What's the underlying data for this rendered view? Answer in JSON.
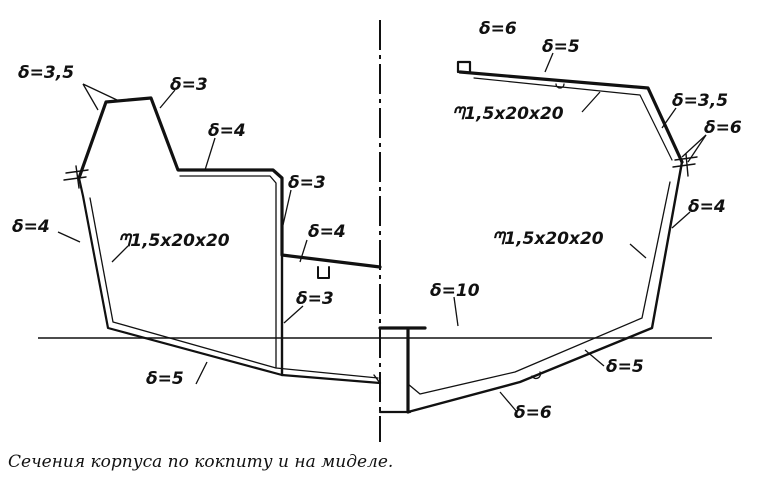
{
  "labels": {
    "left_d35": "δ=3,5",
    "left_d3_top": "δ=3",
    "left_d4_deck": "δ=4",
    "left_d3_upright": "δ=3",
    "left_d4_cockpit": "δ=4",
    "left_d4_side": "δ=4",
    "left_frame": "ᘉ1,5x20x20",
    "left_d3_inner": "δ=3",
    "left_d5_bottom": "δ=5",
    "right_d6_top": "δ=6",
    "right_d5_deck": "δ=5",
    "right_frame_top": "ᘉ1,5x20x20",
    "right_d35": "δ=3,5",
    "right_d6_chine": "δ=6",
    "right_d4_side": "δ=4",
    "right_frame": "ᘉ1,5x20x20",
    "right_d10_keel": "δ=10",
    "right_d5_bottom": "δ=5",
    "right_d6_bottom": "δ=6"
  },
  "caption": "Сечения корпуса по кокпиту и на миделе.",
  "colors": {
    "ink": "#111111",
    "background": "#ffffff"
  }
}
